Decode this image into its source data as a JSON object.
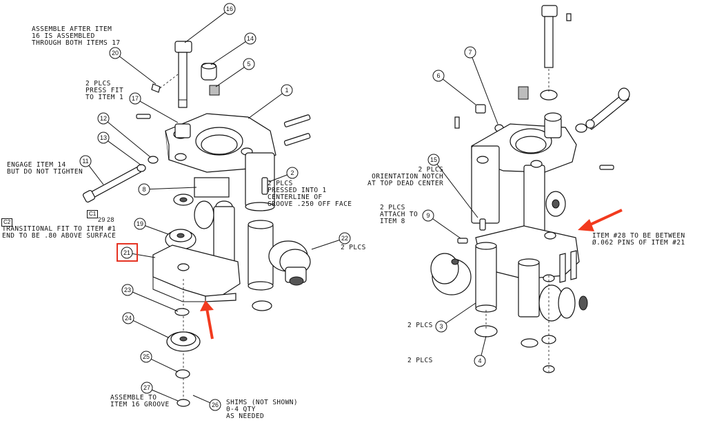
{
  "notes": {
    "assemble_after": "ASSEMBLE AFTER ITEM\n16 IS ASSEMBLED\nTHROUGH BOTH ITEMS 17",
    "press_fit": "2 PLCS\nPRESS FIT\nTO ITEM 1",
    "engage": "ENGAGE ITEM 14\nBUT DO NOT TIGHTEN",
    "transitional": "TRANSITIONAL FIT TO ITEM #1\nEND TO BE .80 ABOVE SURFACE",
    "pressed_into": "2 PLCS\nPRESSED INTO 1\nCENTERLINE OF\nGROOVE .250 OFF FACE",
    "two_plcs_22": "2 PLCS",
    "assemble_to": "ASSEMBLE TO\nITEM 16 GROOVE",
    "shims": "SHIMS (NOT SHOWN)\n0-4 QTY\nAS NEEDED",
    "orientation": "2 PLCS\nORIENTATION NOTCH\nAT TOP DEAD CENTER",
    "attach_to": "2 PLCS\nATTACH TO\nITEM 8",
    "item28": "ITEM #28 TO BE BETWEEN\nØ.062 PINS OF ITEM #21",
    "two_plcs_3": "2 PLCS",
    "two_plcs_4": "2 PLCS"
  },
  "tags": {
    "c1": "C1",
    "c2": "C2",
    "c29": "29",
    "c28": "28"
  },
  "balloons": [
    "16",
    "14",
    "5",
    "20",
    "17",
    "1",
    "12",
    "13",
    "11",
    "8",
    "2",
    "19",
    "21",
    "22",
    "23",
    "24",
    "25",
    "27",
    "26",
    "7",
    "6",
    "15",
    "9",
    "3",
    "4"
  ],
  "colors": {
    "highlight": "#e53222",
    "arrow": "#f23a1e"
  }
}
